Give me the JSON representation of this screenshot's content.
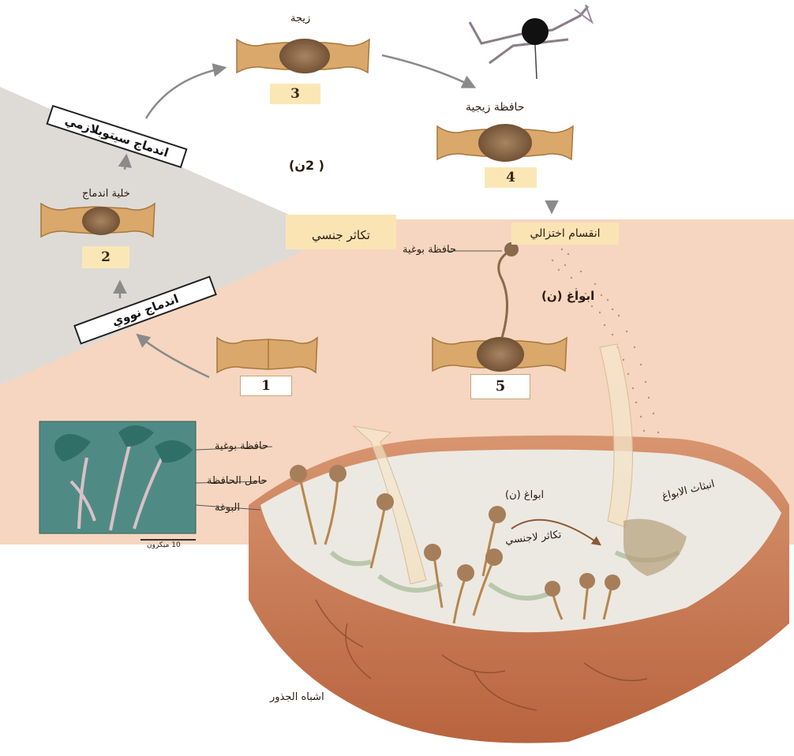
{
  "labels": {
    "zygote": "زيجة",
    "zygosporangium": "حافظة زيجية",
    "fusion_cell": "خلية اندماج",
    "diploid": "( 2ن)",
    "sexual_reproduction": "تكاثر جنسي",
    "meiosis": "انقسام اختزالي",
    "sporangium_top": "حافظة بوغية",
    "spores_top": "ابواغ (ن)",
    "nuclear_fusion": "اندماج نووي",
    "cytoplasm_fusion": "اندماج سيتوبلازمي",
    "photo_sporangium": "حافظة بوغية",
    "photo_sporangiophore": "حامل الحافظة",
    "photo_spore": "البوغة",
    "scale_bar": "10 ميكرون",
    "spores_bread": "ابواغ (ن)",
    "spore_release": "انبثاث الابواغ",
    "asexual_reproduction": "تكاثر لاجنسي",
    "rhizoids": "اشباه الجذور"
  },
  "stages": {
    "s1": "1",
    "s2": "2",
    "s3": "3",
    "s4": "4",
    "s5": "5"
  },
  "colors": {
    "sexual_region": "#dedbd6",
    "asexual_region": "#f6d6c0",
    "label_box": "#fbe4b4",
    "cell_body": "#d9a86a",
    "zygospore": "#8e6a48",
    "bread_crust": "#c9805a",
    "bread_crumb": "#ece9e2",
    "photo_bg": "#4f8b84"
  }
}
